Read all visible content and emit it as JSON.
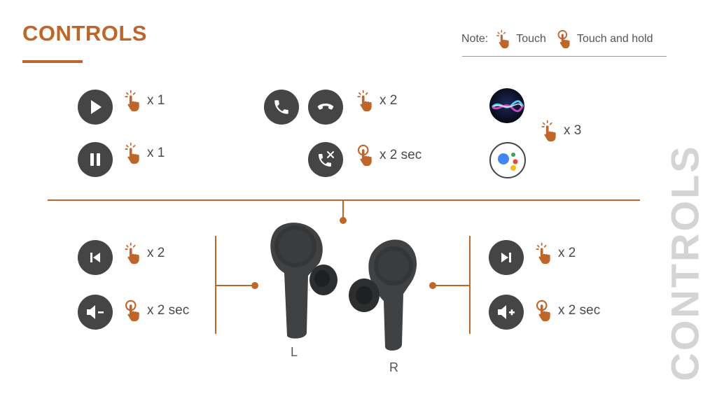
{
  "title": "CONTROLS",
  "side_title": "CONTROLS",
  "note": {
    "label": "Note:",
    "touch": "Touch",
    "touch_hold": "Touch and hold"
  },
  "controls": {
    "play": "x 1",
    "pause": "x 1",
    "call_answer_end": "x 2",
    "call_reject": "x 2 sec",
    "voice_assistant": "x 3",
    "previous": "x 2",
    "volume_down": "x 2 sec",
    "next": "x 2",
    "volume_up": "x 2 sec"
  },
  "earbuds": {
    "left": "L",
    "right": "R"
  },
  "colors": {
    "accent": "#c0652a",
    "icon_bg": "#454545",
    "earbud": "#3f4142"
  }
}
